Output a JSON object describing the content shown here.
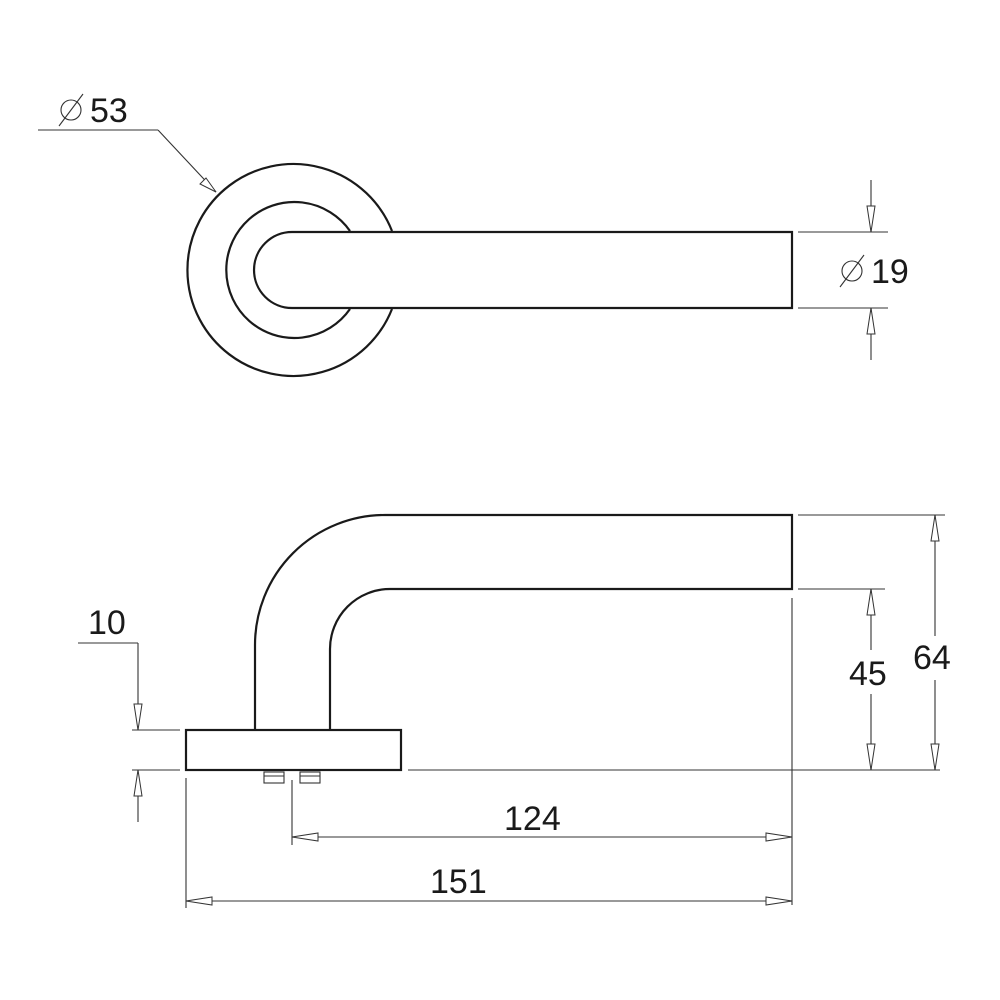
{
  "top_view": {
    "rose_diameter": {
      "symbol": "⌀",
      "value": "53"
    },
    "lever_diameter": {
      "symbol": "⌀",
      "value": "19"
    }
  },
  "side_view": {
    "rose_thickness": "10",
    "lever_height": "45",
    "overall_height": "64",
    "spindle_to_end": "124",
    "overall_length": "151"
  },
  "colors": {
    "line": "#1a1a1a",
    "background": "#ffffff"
  }
}
